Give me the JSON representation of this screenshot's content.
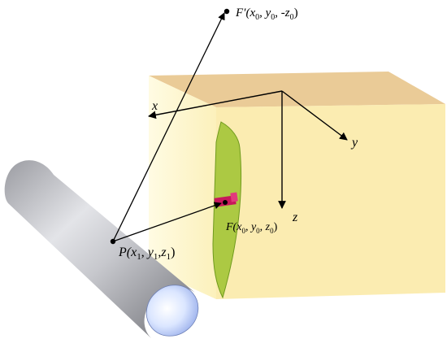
{
  "colors": {
    "box_top": "#e9c891",
    "box_front": "#fbf4c0",
    "box_side": "#fae9a6",
    "crack": "#a5c63a",
    "crack_edge": "#6f9a1d",
    "sensor": "#c8175c",
    "arrow": "#000000"
  },
  "labels": {
    "axis_x": "x",
    "axis_y": "y",
    "axis_z": "z",
    "point_fprime": {
      "name": "F′(",
      "v1": "x",
      "s1": "0",
      "c1": ", ",
      "v2": "y",
      "s2": "0",
      "c2": ", -",
      "v3": "z",
      "s3": "0",
      "close": ")"
    },
    "point_f": {
      "name": "F(",
      "v1": "x",
      "s1": "0",
      "c1": ", ",
      "v2": "y",
      "s2": "0",
      "c2": ", ",
      "v3": "z",
      "s3": "0",
      "close": ")"
    },
    "point_p": {
      "name": "P(",
      "v1": "x",
      "s1": "1",
      "c1": ", ",
      "v2": "y",
      "s2": "1",
      "c2": ",",
      "v3": "z",
      "s3": "1",
      "close": ")"
    }
  }
}
